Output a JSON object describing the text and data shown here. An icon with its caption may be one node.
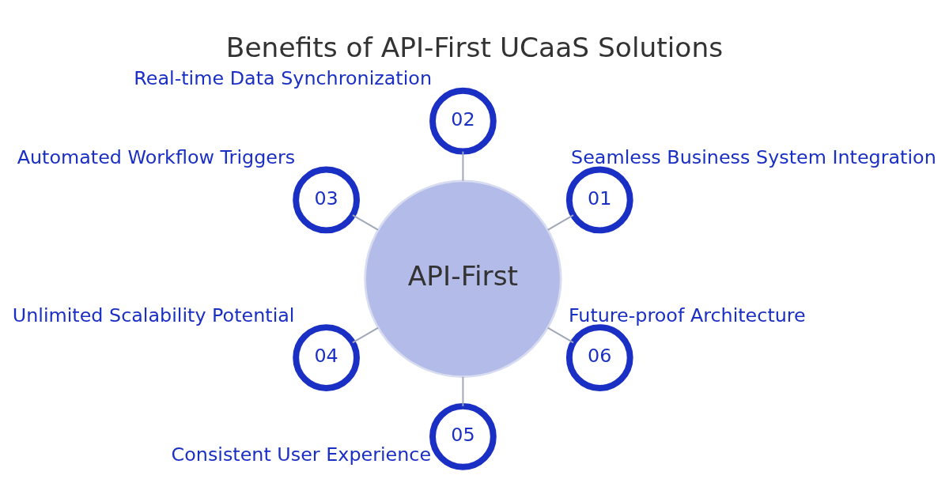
{
  "diagram": {
    "title": "Benefits of API-First UCaaS Solutions",
    "nodes": [
      {
        "text": [
          "API-First"
        ]
      },
      {
        "text": [
          "01"
        ],
        "beside": [
          "Seamless Business System Integration"
        ]
      },
      {
        "text": [
          "02"
        ],
        "beside": [
          "Real-time Data Synchronization"
        ]
      },
      {
        "text": [
          "03"
        ],
        "beside": [
          "Automated Workflow Triggers"
        ]
      },
      {
        "text": [
          "04"
        ],
        "beside": [
          "Unlimited Scalability Potential"
        ]
      },
      {
        "text": [
          "05"
        ],
        "beside": [
          "Consistent User Experience"
        ]
      },
      {
        "text": [
          "06"
        ],
        "beside": [
          "Future-proof Architecture"
        ]
      }
    ],
    "edges": [
      {
        "from": 1,
        "to": 0,
        "arrow": "none"
      },
      {
        "from": 2,
        "to": 0,
        "arrow": "none"
      },
      {
        "from": 3,
        "to": 0,
        "arrow": "none"
      },
      {
        "from": 4,
        "to": 0,
        "arrow": "none"
      },
      {
        "from": 5,
        "to": 0,
        "arrow": "none"
      },
      {
        "from": 6,
        "to": 0,
        "arrow": "none"
      }
    ]
  }
}
